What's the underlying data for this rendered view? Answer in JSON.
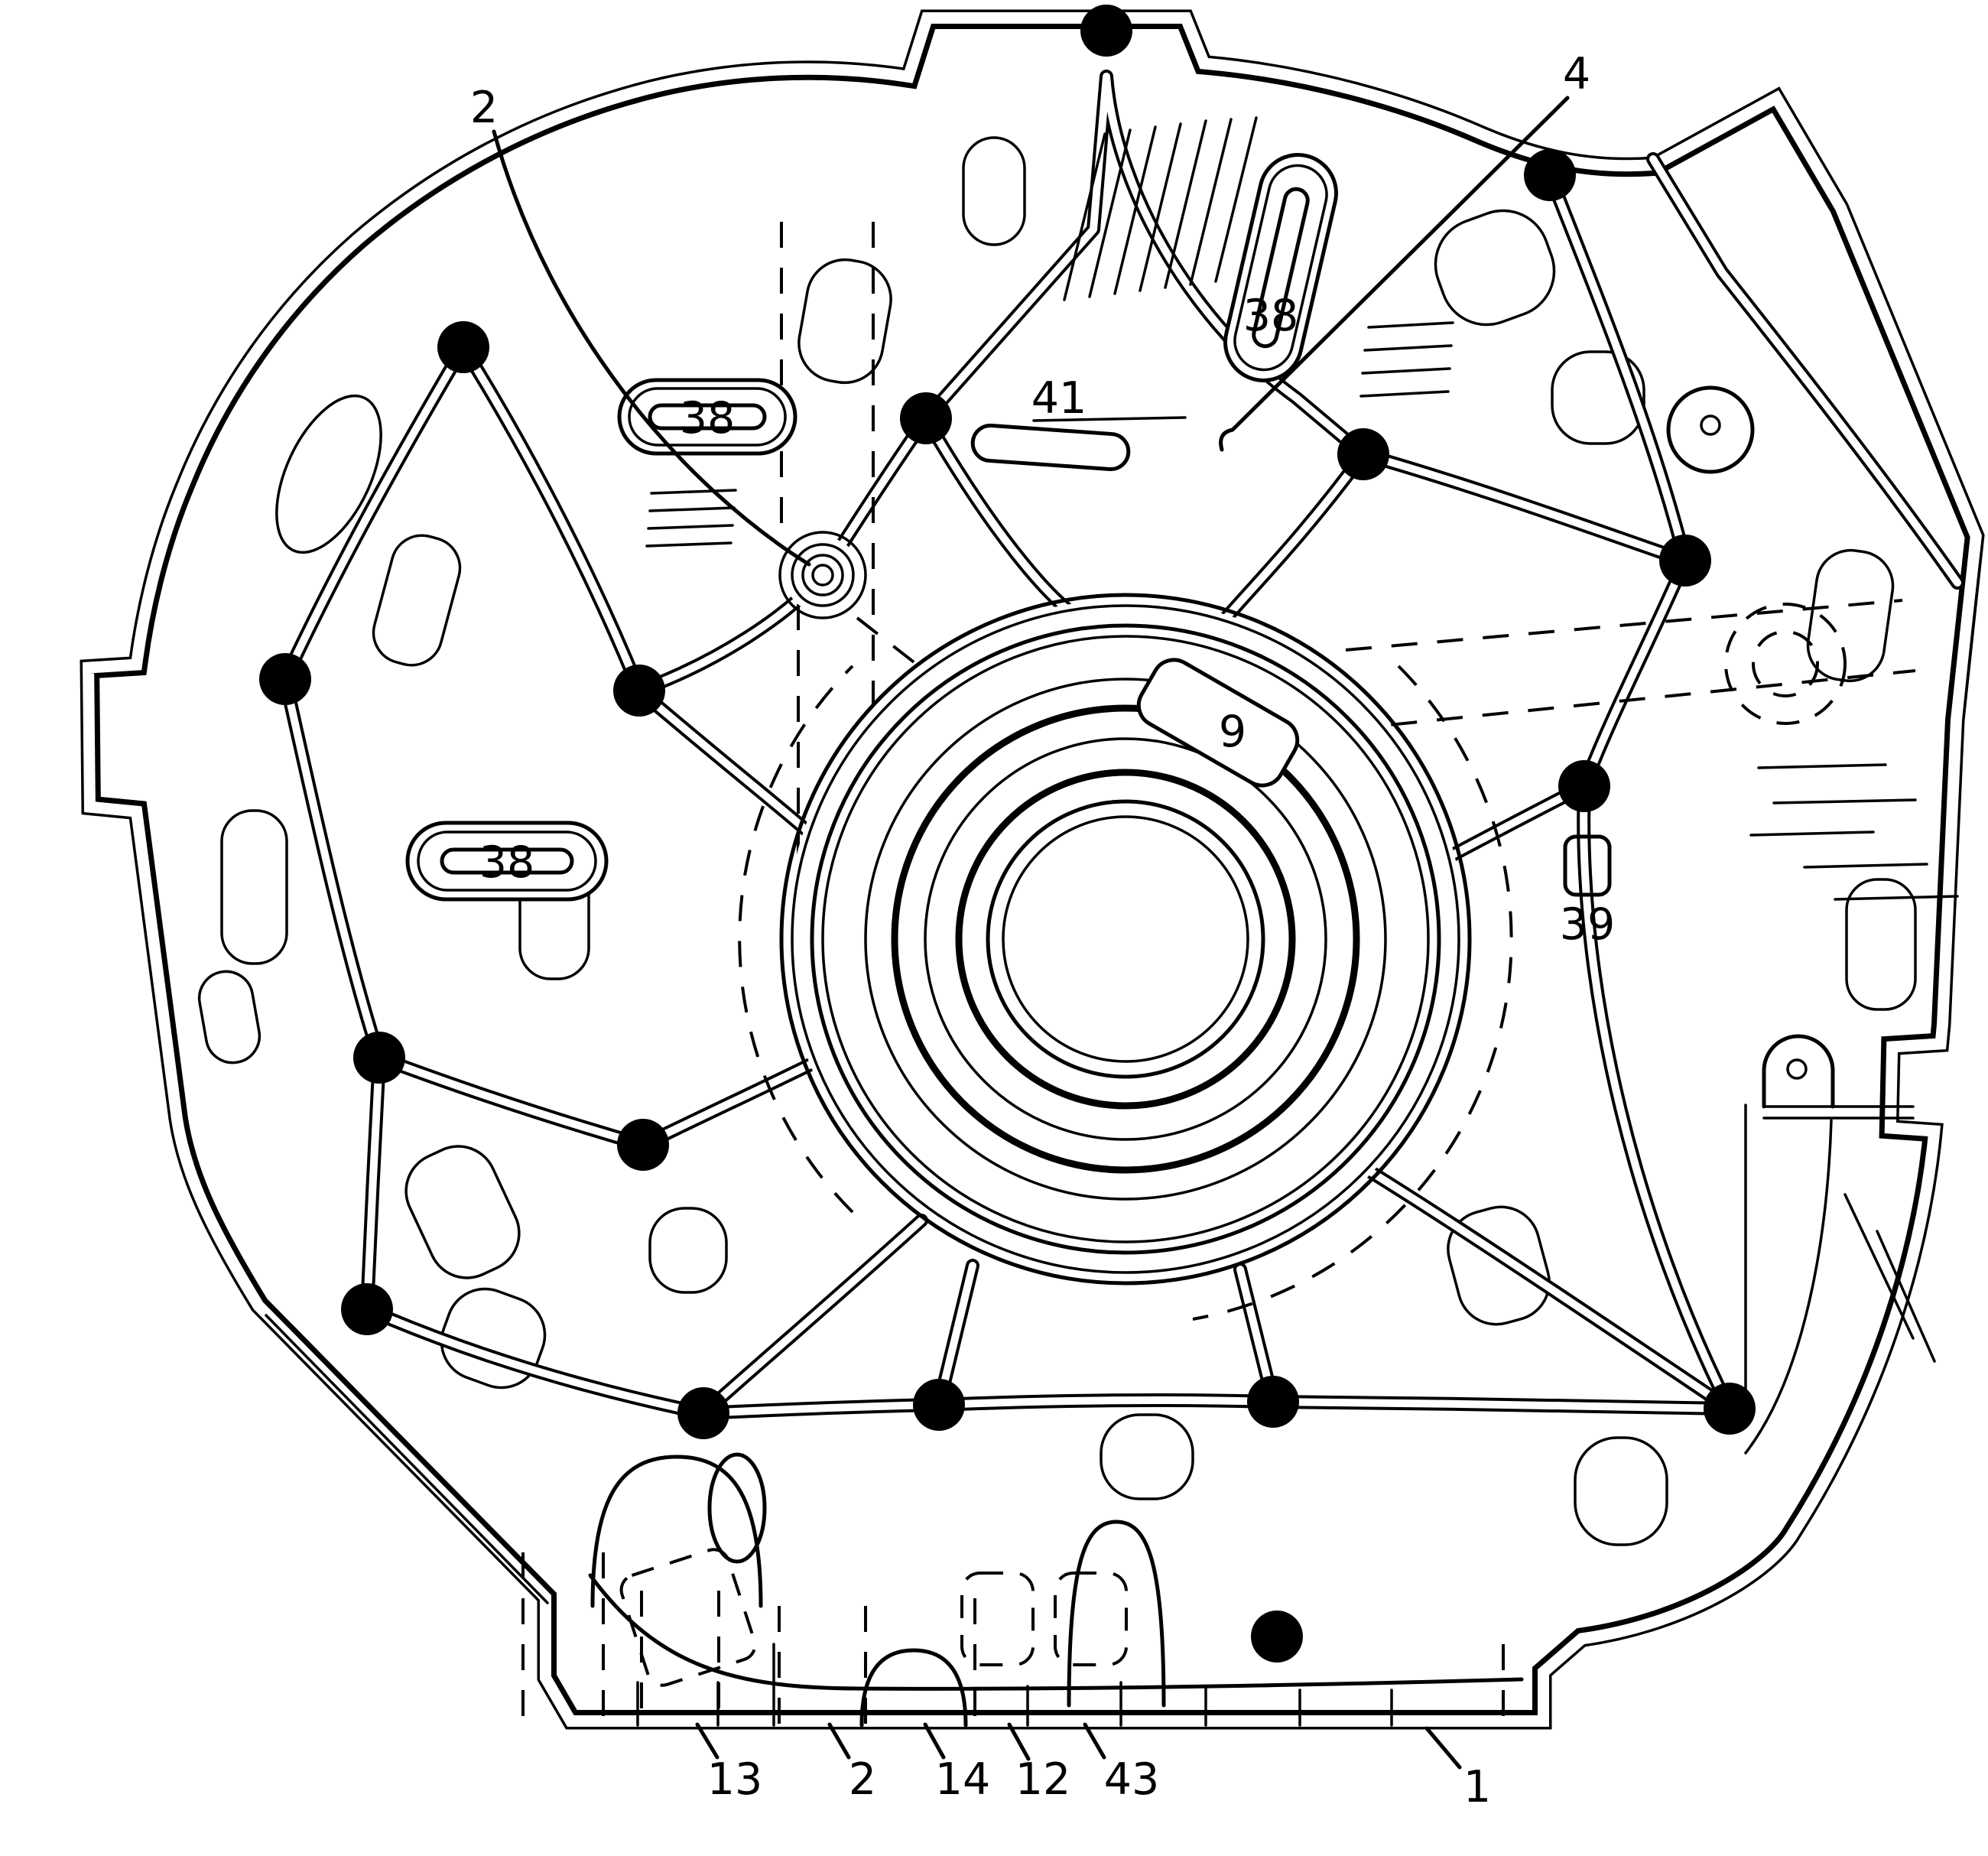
{
  "figure": {
    "background": "#ffffff",
    "ink": "#000000",
    "callouts": [
      {
        "id": "dowel-pin-top",
        "label": "2"
      },
      {
        "id": "hole-top-right",
        "label": "4"
      },
      {
        "id": "pad-top",
        "label": "38"
      },
      {
        "id": "pad-upper-left",
        "label": "38"
      },
      {
        "id": "pad-mid-left",
        "label": "38"
      },
      {
        "id": "slot-center-top",
        "label": "41"
      },
      {
        "id": "bore-tag",
        "label": "9"
      },
      {
        "id": "pad-right",
        "label": "39"
      },
      {
        "id": "bottom-a",
        "label": "13"
      },
      {
        "id": "bottom-b",
        "label": "2"
      },
      {
        "id": "bottom-c",
        "label": "14"
      },
      {
        "id": "bottom-d",
        "label": "12"
      },
      {
        "id": "bottom-e",
        "label": "43"
      },
      {
        "id": "bottom-right",
        "label": "1"
      }
    ]
  }
}
